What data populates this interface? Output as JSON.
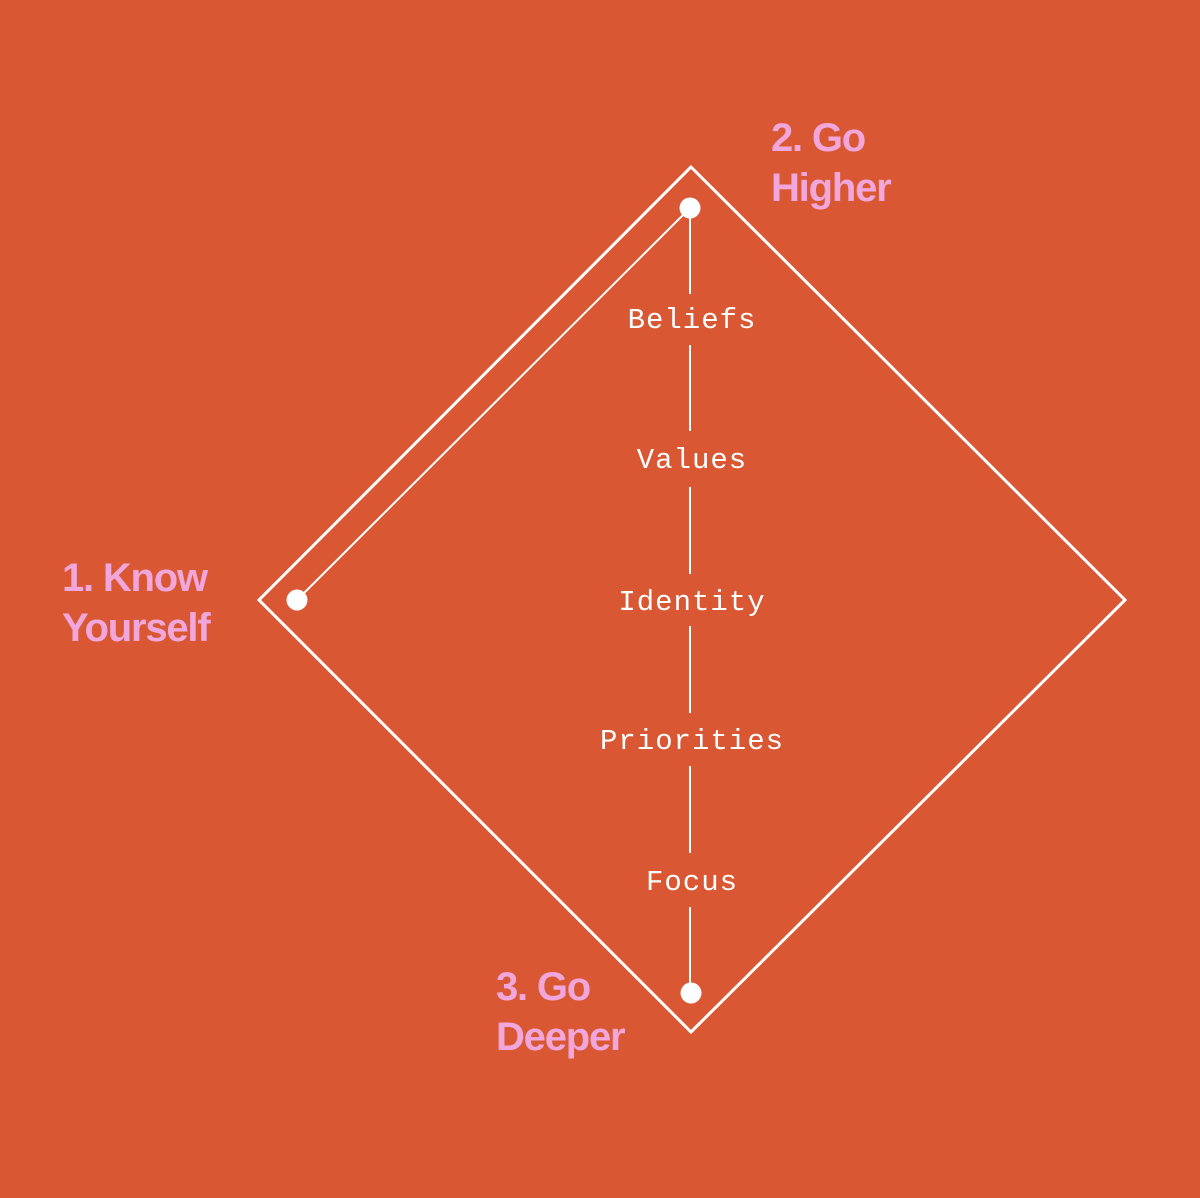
{
  "colors": {
    "background": "#D95833",
    "line": "#FFFFFF",
    "label": "#F2A7DC",
    "text": "#FFFFFF"
  },
  "steps": {
    "know_yourself": {
      "line1": "1. Know",
      "line2": "Yourself"
    },
    "go_higher": {
      "line1": "2. Go",
      "line2": "Higher"
    },
    "go_deeper": {
      "line1": "3. Go",
      "line2": "Deeper"
    }
  },
  "levels": [
    "Beliefs",
    "Values",
    "Identity",
    "Priorities",
    "Focus"
  ]
}
